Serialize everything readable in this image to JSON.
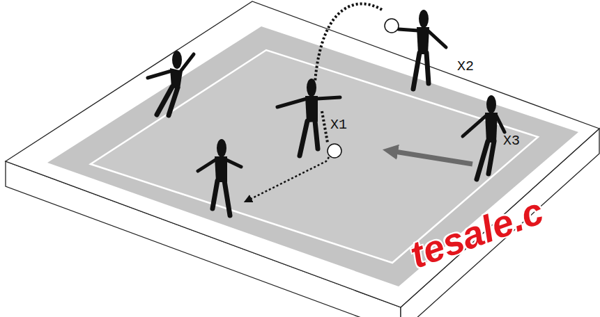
{
  "diagram": {
    "labels": [
      "X2",
      "X1",
      "X3",
      "tesale.c"
    ]
  }
}
